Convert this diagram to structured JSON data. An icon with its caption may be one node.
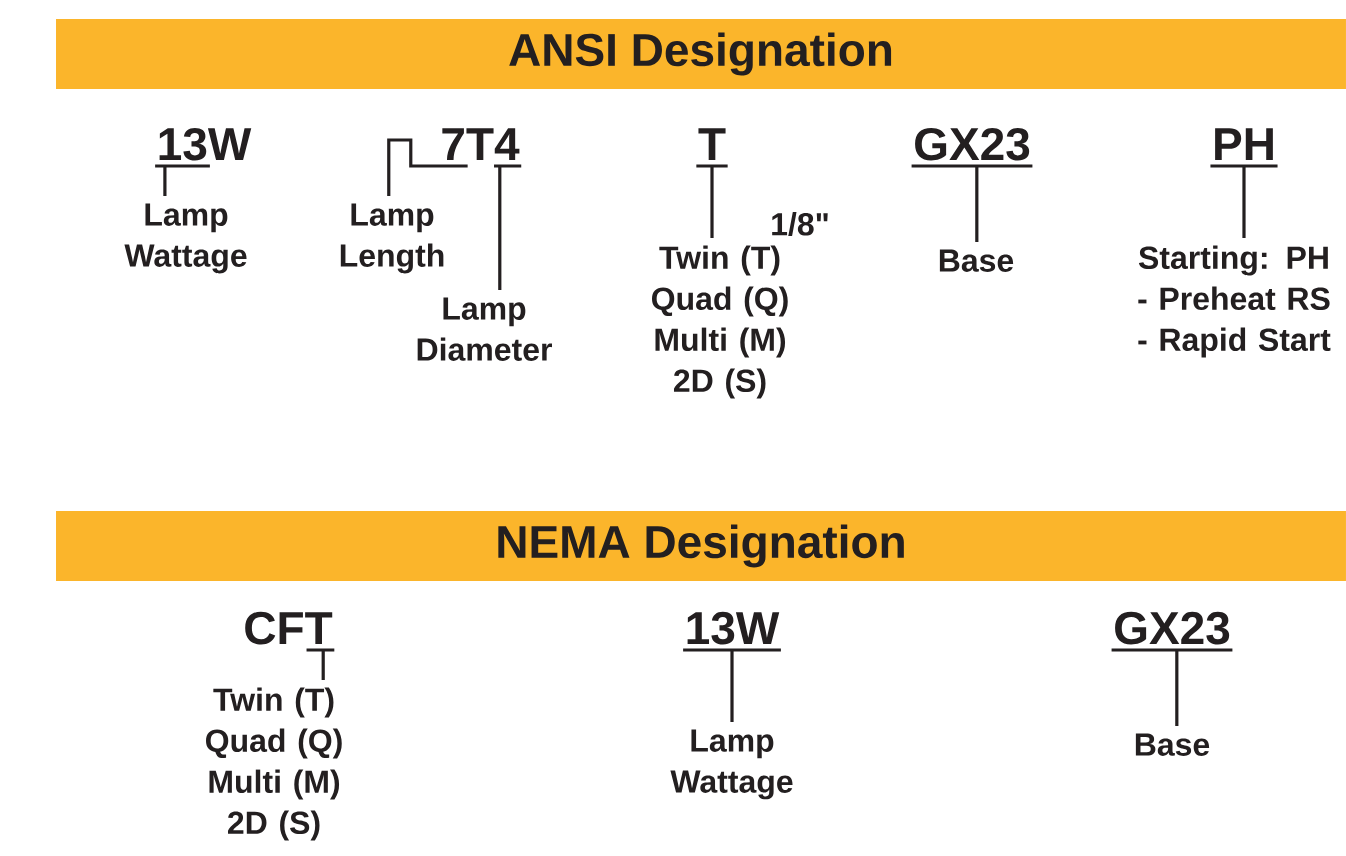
{
  "diagram": {
    "nodes": [
      {
        "text": [
          "ANSI Designation"
        ]
      },
      {
        "text": [
          "13W"
        ]
      },
      {
        "text": [
          "Lamp Wattage"
        ]
      },
      {
        "text": [
          "7T4"
        ]
      },
      {
        "text": [
          "Lamp Length"
        ]
      },
      {
        "text": [
          "Lamp Diameter"
        ]
      },
      {
        "text": [
          "T"
        ]
      },
      {
        "text": [
          "Twin (T) Quad (Q) Multi (M) 2D (S)"
        ]
      },
      {
        "text": [
          "GX23"
        ]
      },
      {
        "text": [
          "Base"
        ]
      },
      {
        "text": [
          "PH"
        ]
      },
      {
        "text": [
          "Starting: PH - Preheat RS - Rapid Start"
        ]
      },
      {
        "text": [
          "NEMA Designation"
        ]
      },
      {
        "text": [
          "CFT"
        ]
      },
      {
        "text": [
          "Twin (T) Quad (Q) Multi (M) 2D (S)"
        ]
      },
      {
        "text": [
          "13W"
        ]
      },
      {
        "text": [
          "Lamp Wattage"
        ]
      },
      {
        "text": [
          "GX23"
        ]
      },
      {
        "text": [
          "Base"
        ]
      }
    ],
    "edges": [
      {
        "from": 1,
        "to": 2,
        "arrow": "none"
      },
      {
        "from": 3,
        "to": 4,
        "arrow": "none"
      },
      {
        "from": 3,
        "to": 5,
        "arrow": "none"
      },
      {
        "from": 6,
        "to": 7,
        "arrow": "none"
      },
      {
        "from": 8,
        "to": 9,
        "arrow": "none"
      },
      {
        "from": 10,
        "to": 11,
        "arrow": "none"
      },
      {
        "from": 13,
        "to": 14,
        "arrow": "none"
      },
      {
        "from": 15,
        "to": 16,
        "arrow": "none"
      },
      {
        "from": 17,
        "to": 18,
        "arrow": "none"
      }
    ],
    "labels": [
      "1/8\""
    ]
  }
}
